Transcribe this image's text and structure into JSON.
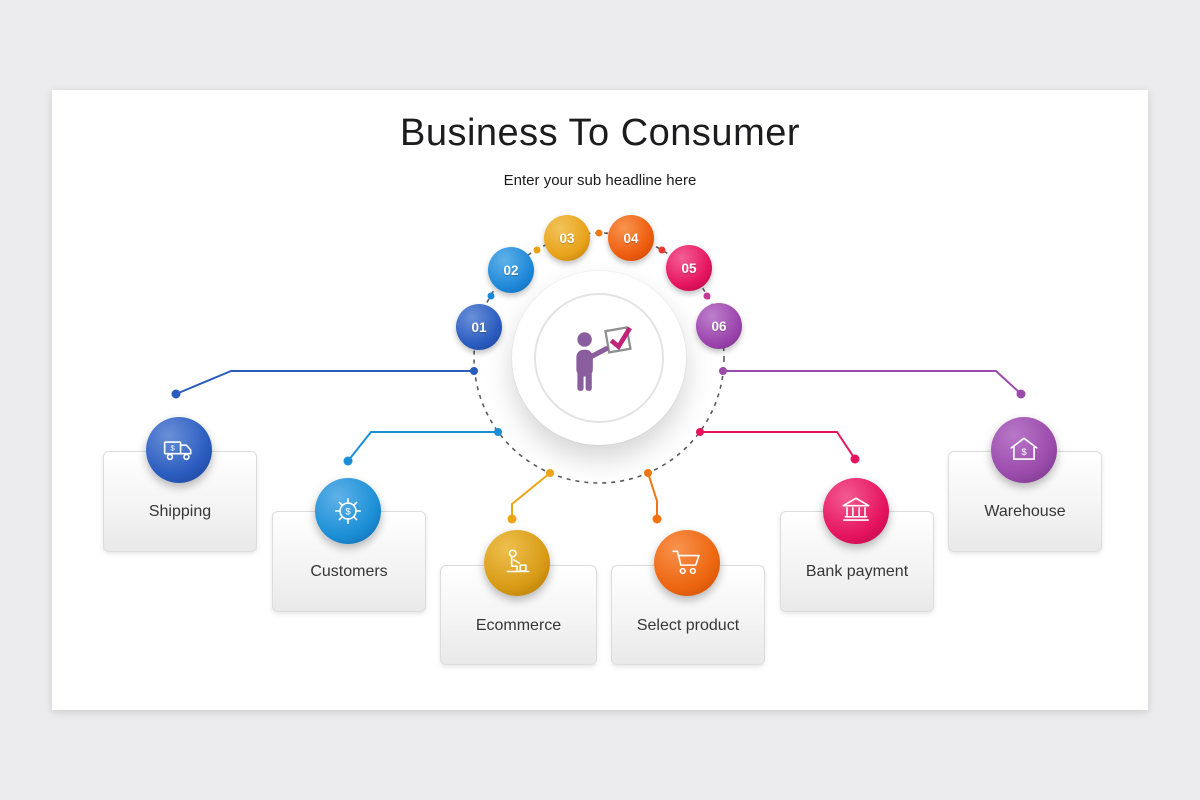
{
  "slide": {
    "title": "Business To Consumer",
    "subtitle": "Enter your sub headline here"
  },
  "icons": {
    "dollar": "$"
  },
  "badges": [
    {
      "label": "01",
      "color": "#2a5cbf"
    },
    {
      "label": "02",
      "color": "#1e88d8"
    },
    {
      "label": "03",
      "color": "#e8a21a"
    },
    {
      "label": "04",
      "color": "#ee5c0e"
    },
    {
      "label": "05",
      "color": "#e5135e"
    },
    {
      "label": "06",
      "color": "#9c44ad"
    }
  ],
  "nodes": [
    {
      "label": "Shipping",
      "icon": "delivery-truck-icon",
      "color": "#2a5cbf"
    },
    {
      "label": "Customers",
      "icon": "gear-dollar-icon",
      "color": "#1b8fd6"
    },
    {
      "label": "Ecommerce",
      "icon": "person-workstation-icon",
      "color": "#d89a15"
    },
    {
      "label": "Select product",
      "icon": "shopping-cart-icon",
      "color": "#ed650f"
    },
    {
      "label": "Bank payment",
      "icon": "bank-building-icon",
      "color": "#e5135e"
    },
    {
      "label": "Warehouse",
      "icon": "house-dollar-icon",
      "color": "#9a4bab"
    }
  ],
  "hub": {
    "icon": "presenter-checkbox-icon"
  }
}
